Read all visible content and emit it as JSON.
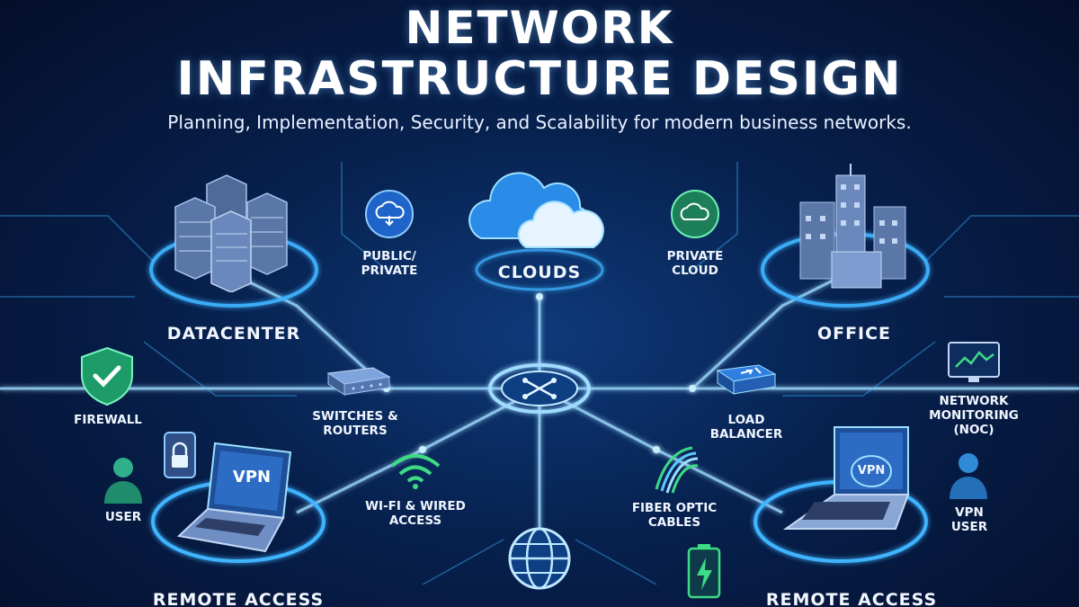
{
  "header": {
    "title_line1": "NETWORK",
    "title_line2": "INFRASTRUCTURE DESIGN",
    "subtitle": "Planning, Implementation, Security, and Scalability for modern business networks."
  },
  "nodes": {
    "datacenter": "DATACENTER",
    "public_private": "PUBLIC/ PRIVATE",
    "clouds": "CLOUDS",
    "private_cloud": "PRIVATE CLOUD",
    "office": "OFFICE",
    "firewall": "FIREWALL",
    "switches_routers": "SWITCHES & ROUTERS",
    "load_balancer": "LOAD BALANCER",
    "network_monitoring": "NETWORK MONITORING (NOC)",
    "user": "USER",
    "wifi_wired": "WI-FI & WIRED ACCESS",
    "fiber_optic": "FIBER OPTIC CABLES",
    "vpn_user": "VPN USER",
    "remote_access_left": "REMOTE ACCESS",
    "remote_access_right": "REMOTE ACCESS",
    "vpn_left": "VPN",
    "vpn_right": "VPN"
  },
  "colors": {
    "glow": "#3fb4ff",
    "line": "#9fdcff",
    "accent_green": "#3ddc84",
    "icon_blue": "#2f7fe0"
  },
  "icons": [
    "server-rack-icon",
    "cloud-icon",
    "building-icon",
    "shield-check-icon",
    "switch-icon",
    "load-balancer-icon",
    "monitor-chart-icon",
    "lock-icon",
    "user-icon",
    "laptop-icon",
    "wifi-icon",
    "fiber-icon",
    "globe-icon",
    "battery-bolt-icon",
    "hub-icon"
  ]
}
